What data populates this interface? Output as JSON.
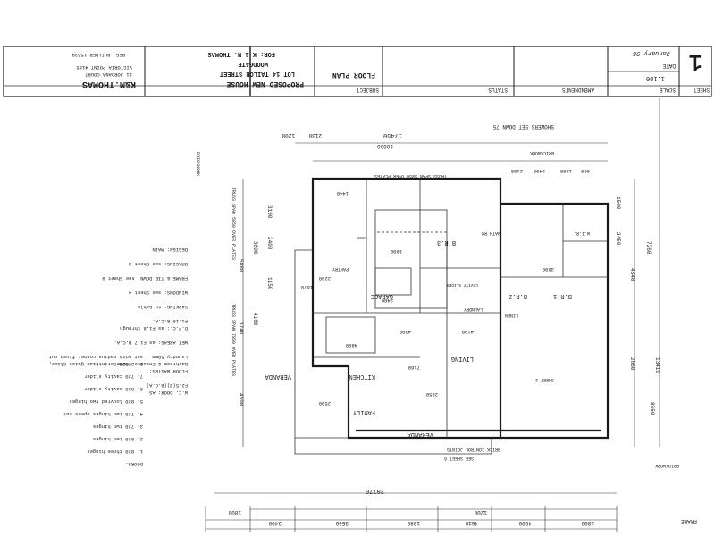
{
  "title_block": {
    "sheet_label": "SHEET",
    "sheet_number": "1",
    "scale_label": "SCALE",
    "scale_value": "1:100",
    "date_label": "DATE",
    "date_value": "January 96",
    "amendments_label": "AMENDMENTS",
    "status_label": "STATUS",
    "subject_label": "SUBJECT",
    "subject_value": "FLOOR PLAN",
    "project_line1": "PROPOSED NEW HOUSE",
    "project_line2": "LOT 14 TAILOR STREET",
    "project_line3": "WOODGATE",
    "project_line4": "FOR: K & M. THOMAS",
    "company_line1": "K&M.THOMAS",
    "company_line2": "11 JORDANA COURT",
    "company_line3": "VICTORIA POINT 4165",
    "company_line4": "REG. BUILDER 15539"
  },
  "doors": {
    "heading": "DOORS:",
    "items": [
      "1.  820 three hinges",
      "2.  820 two hinges",
      "3.  720 two hinges",
      "4.  720 two hinges opens out",
      "5.  820 louvred two hinges",
      "6.  820 cavity slider",
      "7.  720 cavity slider",
      "8.  2/820 Corinthian Quick Slide,",
      "    set with radius corner flush out"
    ]
  },
  "notes": [
    "W.C. DOOR:   AS",
    "   F2.5(d)(B.C.A)",
    "FLOOR WASTES:",
    "   Bathroom & Ensuite 100mm",
    "   Laundry 50mm",
    "WET AREAS:  as F1.7 B.C.A.",
    "D.P.C.:  as F1.8 through",
    "   F1.10 B.C.A.",
    "SARKING:  to Gable",
    "WINDOWS:   see Sheet 4",
    "FRAME & TIE DOWN:  see Sheet 9",
    "BRACING:  see Sheet 3",
    "DESIGN:  MAIN"
  ],
  "rooms": {
    "garage": "GARAGE",
    "bed3": "B.R.3",
    "bath": "BATH RM",
    "wir": "W.I.R.",
    "bed1": "B.R.1",
    "bed2": "B.R.2",
    "linen": "LINEN",
    "laundry": "LAUNDRY",
    "living": "LIVING",
    "kitchen": "KITCHEN",
    "pantry": "PANTRY",
    "family": "FAMILY",
    "veranda_side": "VERANDA",
    "veranda_front": "VERANDA"
  },
  "annotations": {
    "showers_set_down": "SHOWERS SET DOWN 75",
    "brickwork_top": "BRICKWORK",
    "brickwork_left": "BRICKWORK",
    "brickwork_bottom": "BRICKWORK",
    "frame": "FRAME",
    "truss_top": "TRUSS SPAN 5850 OVER PLATES",
    "truss_left_1": "TRUSS SPAN 7850 OVER PLATES",
    "truss_left_2": "TRUSS SPAN 5850 OVER PLATES",
    "brick_control": "BRICK CONTROL JOINTS",
    "see_sheet": "SEE SHEET 6",
    "sheet2": "SHEET 2",
    "cavity_slider": "CAVITY SLIDER",
    "oven": "OVER"
  },
  "dimensions": {
    "top_overall": "17450",
    "top_sub": "10800",
    "top_chain": [
      "2130",
      "1200"
    ],
    "bottom_overall": "20770",
    "bottom_chain": [
      "1800",
      "4000",
      "4610",
      "1880",
      "3560",
      "2400"
    ],
    "bottom_small": [
      "1200",
      "1800"
    ],
    "right_overall": "13410",
    "right_sub": "8650",
    "right_chain": [
      "2660",
      "4340",
      "7260"
    ],
    "right_small": [
      "2450",
      "1500"
    ],
    "left_chain": [
      "4590",
      "3740",
      "5080"
    ],
    "left_small": [
      "4160",
      "3600",
      "1150",
      "2400",
      "3190"
    ],
    "interior": [
      "4300",
      "2480",
      "1800",
      "4800",
      "2500",
      "2850",
      "4100",
      "7160",
      "1670",
      "2230",
      "3600",
      "2100",
      "2400",
      "1800",
      "1440",
      "900"
    ]
  }
}
